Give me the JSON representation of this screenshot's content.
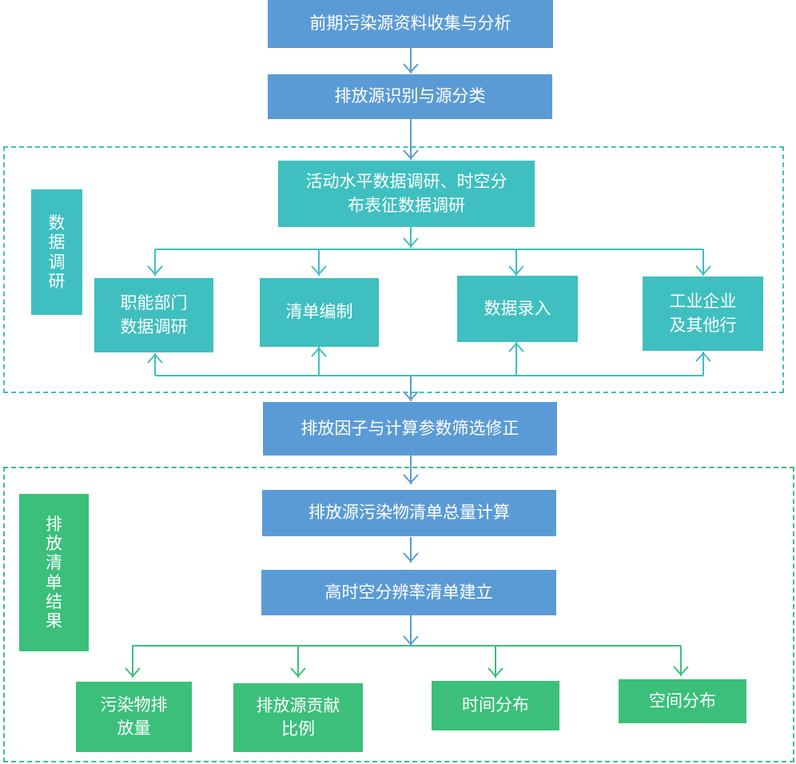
{
  "colors": {
    "blue": "#5b9bd5",
    "teal": "#3fbfc0",
    "green": "#3bbf7a",
    "arrow_blue": "#5b9bd5",
    "arrow_teal": "#3fbfc0",
    "arrow_green": "#3bbf7a"
  },
  "flow": {
    "step1": "前期污染源资料收集与分析",
    "step2": "排放源识别与源分类",
    "step3_line1": "活动水平数据调研、时空分",
    "step3_line2": "布表征数据调研",
    "step4": "排放因子与计算参数筛选修正",
    "step5": "排放源污染物清单总量计算",
    "step6": "高时空分辨率清单建立"
  },
  "research_group": {
    "label": [
      "数",
      "据",
      "调",
      "研"
    ],
    "items": [
      {
        "line1": "职能部门",
        "line2": "数据调研"
      },
      {
        "line1": "清单编制",
        "line2": ""
      },
      {
        "line1": "数据录入",
        "line2": ""
      },
      {
        "line1": "工业企业",
        "line2": "及其他行"
      }
    ]
  },
  "results_group": {
    "label": [
      "排",
      "放",
      "清",
      "单",
      "结",
      "果"
    ],
    "items": [
      {
        "line1": "污染物排",
        "line2": "放量"
      },
      {
        "line1": "排放源贡献",
        "line2": "比例"
      },
      {
        "line1": "时间分布",
        "line2": ""
      },
      {
        "line1": "空间分布",
        "line2": ""
      }
    ]
  }
}
